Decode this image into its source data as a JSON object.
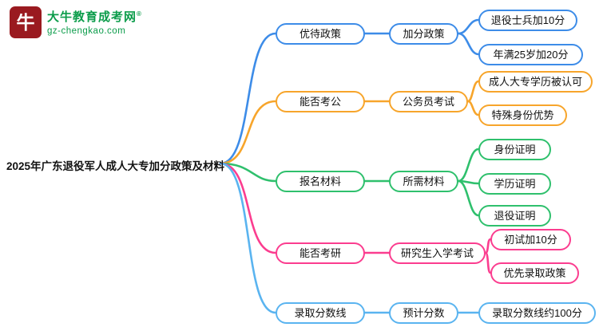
{
  "logo": {
    "icon_text": "牛",
    "brand": "大牛教育成考网",
    "reg_mark": "®",
    "domain": "gz-chengkao.com",
    "brand_color": "#0b9c4a",
    "seal_color": "#9a1a20"
  },
  "root": {
    "label": "2025年广东退役军人成人大专加分政策及材料"
  },
  "branches": [
    {
      "color": "#3d8ce8",
      "level1": "优待政策",
      "level2": "加分政策",
      "leaves": [
        "退役士兵加10分",
        "年满25岁加20分"
      ]
    },
    {
      "color": "#f7a52b",
      "level1": "能否考公",
      "level2": "公务员考试",
      "leaves": [
        "成人大专学历被认可",
        "特殊身份优势"
      ]
    },
    {
      "color": "#2fc06d",
      "level1": "报名材料",
      "level2": "所需材料",
      "leaves": [
        "身份证明",
        "学历证明",
        "退役证明"
      ]
    },
    {
      "color": "#fb3d8f",
      "level1": "能否考研",
      "level2": "研究生入学考试",
      "leaves": [
        "初试加10分",
        "优先录取政策"
      ]
    },
    {
      "color": "#5ab4f0",
      "level1": "录取分数线",
      "level2": "预计分数",
      "leaves": [
        "录取分数线约100分"
      ]
    }
  ]
}
